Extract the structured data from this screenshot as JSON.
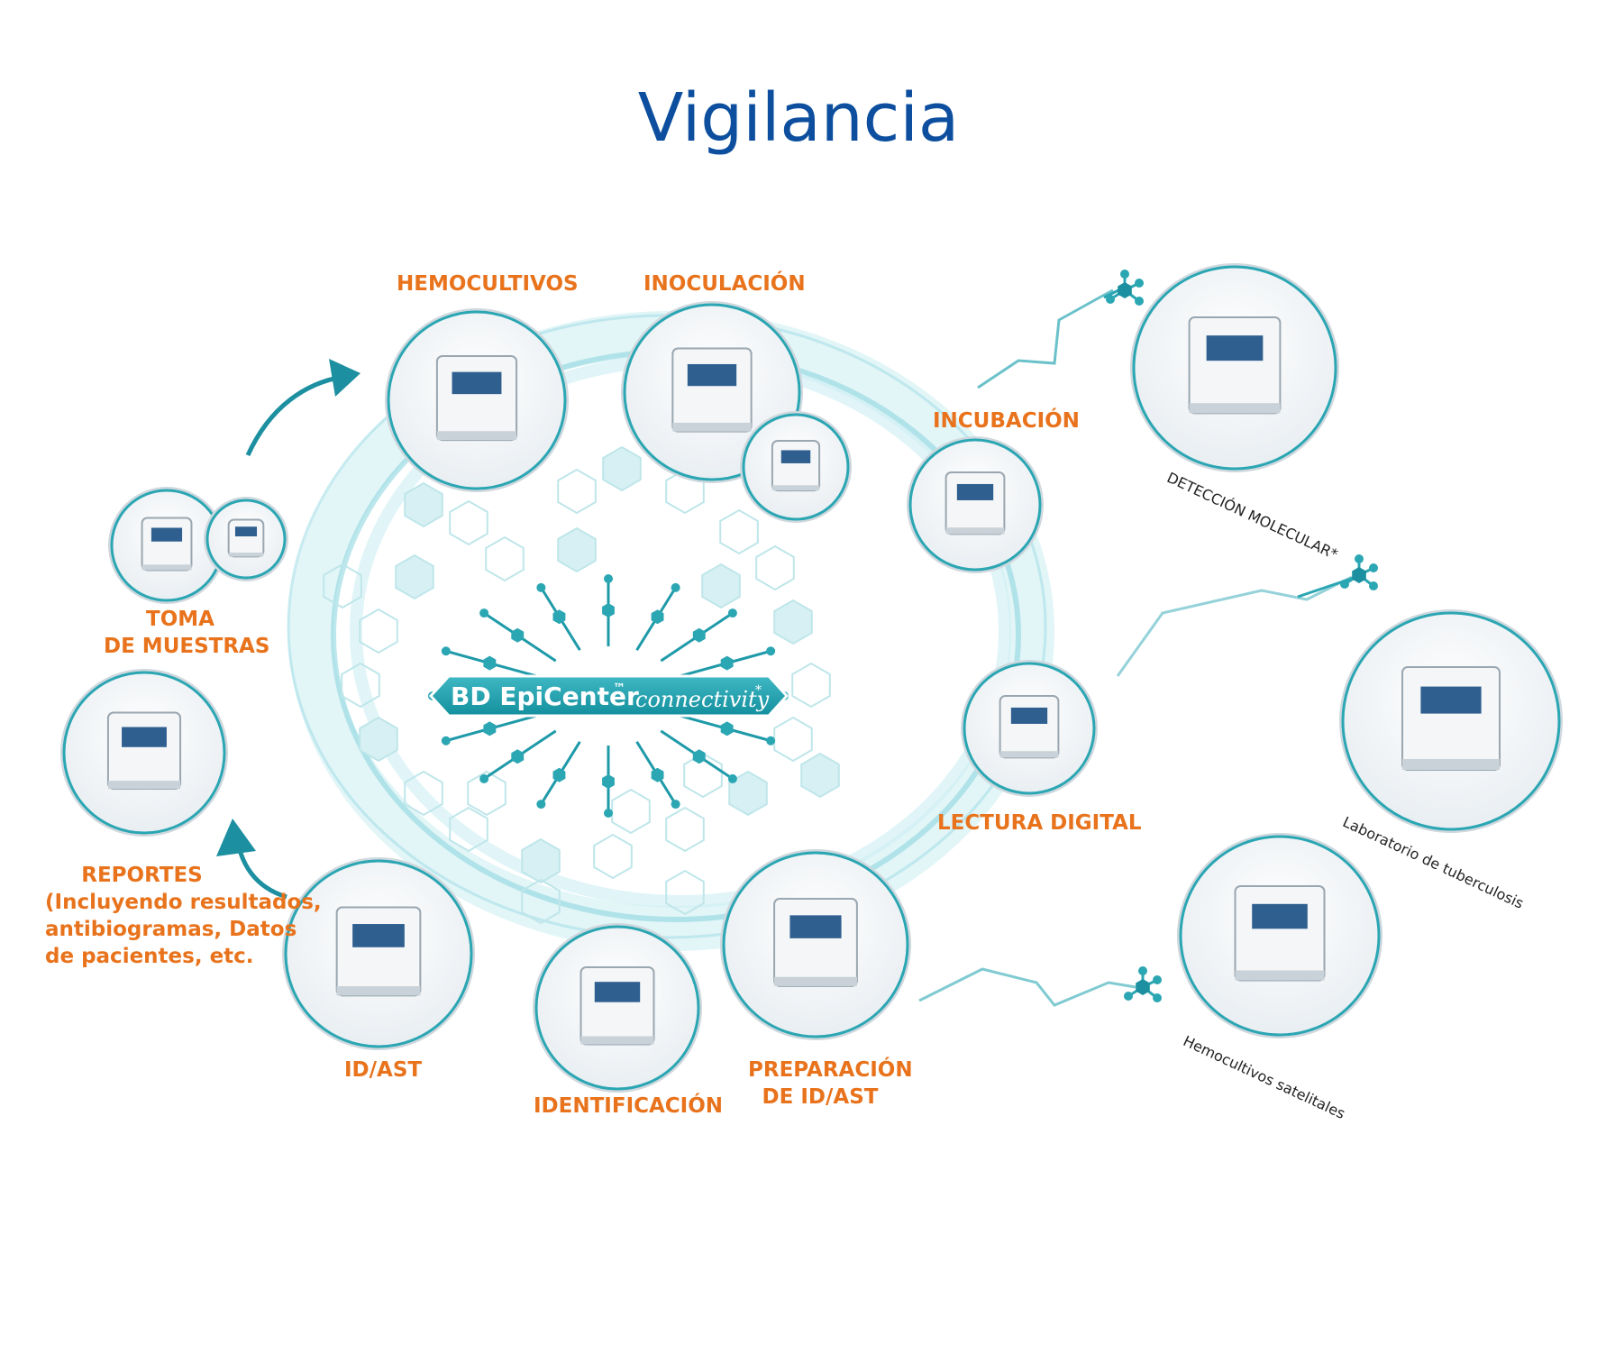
{
  "title": "Vigilancia",
  "hub": {
    "name": "BD EpiCenter",
    "tm": "™",
    "tagline": "connectivity",
    "star": "*"
  },
  "stages": {
    "hemocultivos": "HEMOCULTIVOS",
    "inoculacion": "INOCULACIÓN",
    "incubacion": "INCUBACIÓN",
    "lectura_digital": "LECTURA DIGITAL",
    "preparacion_1": "PREPARACIÓN",
    "preparacion_2": "DE ID/AST",
    "identificacion": "IDENTIFICACIÓN",
    "id_ast": "ID/AST",
    "reportes": "REPORTES",
    "reportes_note_1": "(Incluyendo resultados,",
    "reportes_note_2": "antibiogramas, Datos",
    "reportes_note_3": "de pacientes, etc.",
    "toma_1": "TOMA",
    "toma_2": "DE MUESTRAS"
  },
  "satellites": {
    "deteccion": "DETECCIÓN MOLECULAR*",
    "tuberculosis": "Laboratorio de tuberculosis",
    "hemocultivos_sat": "Hemocultivos satelitales"
  },
  "colors": {
    "title": "#0d4f9e",
    "label": "#e8731c",
    "teal": "#2ba6b3",
    "teal_dark": "#0f8c9b"
  }
}
